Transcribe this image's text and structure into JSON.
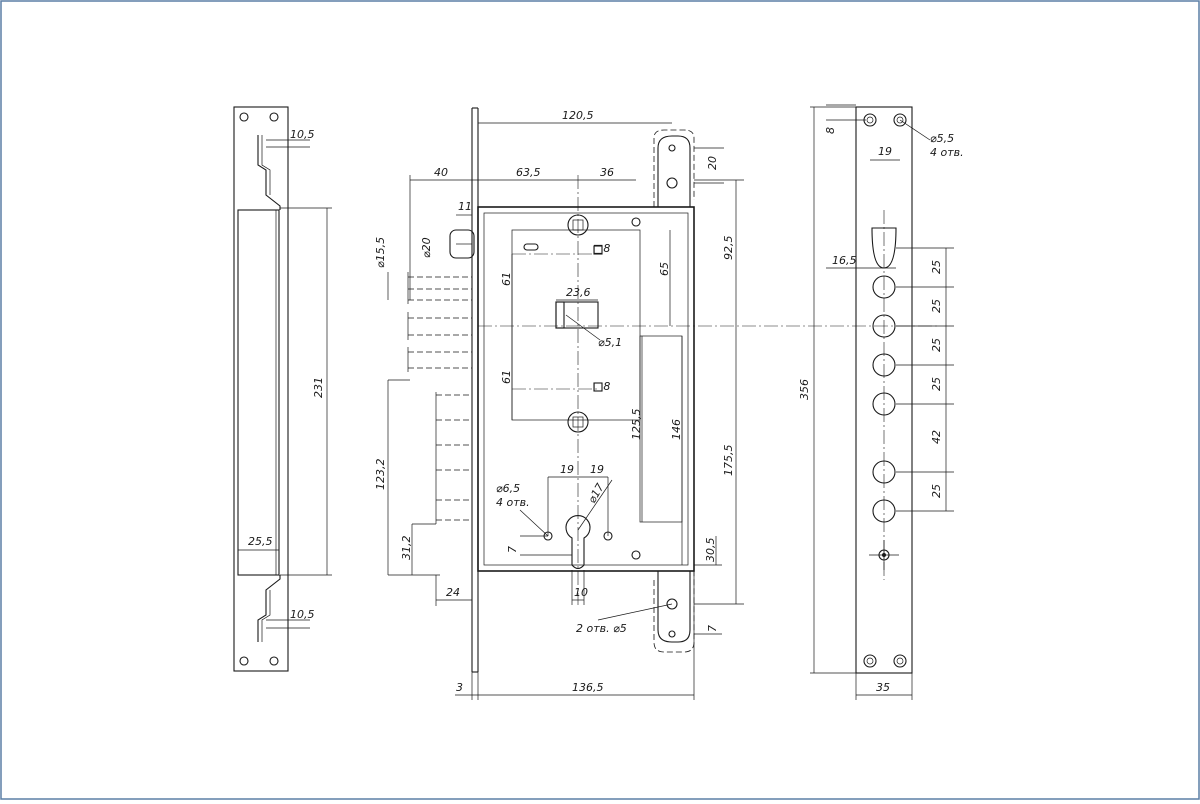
{
  "colors": {
    "background": "#ffffff",
    "border": "#5b7fa6",
    "line": "#1a1a1a"
  },
  "strike_plate": {
    "top_offset": "10,5",
    "bottom_offset": "10,5",
    "width": "25,5",
    "height": "231"
  },
  "lock_body": {
    "overall_width": "120,5",
    "backset_left": "40",
    "backset": "63,5",
    "spindle_offset": "36",
    "top_tab": "20",
    "latch_height": "11",
    "bolt_diameter": "⌀20",
    "bolt_dia_small": "⌀15,5",
    "upper_dist": "61",
    "lower_dist": "61",
    "square_top": "□8",
    "square_bottom": "□8",
    "dist_65": "65",
    "cam_width": "23,6",
    "cam_hole": "⌀5,1",
    "height_92": "92,5",
    "dist_125": "125,5",
    "dist_146": "146",
    "height_175": "175,5",
    "dist_123": "123,2",
    "dist_31": "31,2",
    "bottom_24": "24",
    "hole_spacing_left": "19",
    "hole_spacing_right": "19",
    "mount_holes_line1": "⌀6,5",
    "mount_holes_line2": "4 отв.",
    "cylinder_dia": "⌀17",
    "dim_7_left": "7",
    "cylinder_width": "10",
    "dim_30": "30,5",
    "bottom_holes": "2 отв. ⌀5",
    "dim_7_right": "7",
    "faceplate_thk": "3",
    "body_width": "136,5"
  },
  "faceplate": {
    "top_8": "8",
    "hole_dia_line1": "⌀5,5",
    "hole_dia_line2": "4 отв.",
    "hole_spacing": "19",
    "bolt_width": "16,5",
    "spacings": [
      "25",
      "25",
      "25",
      "25",
      "42",
      "25"
    ],
    "length": "356",
    "width": "35"
  }
}
